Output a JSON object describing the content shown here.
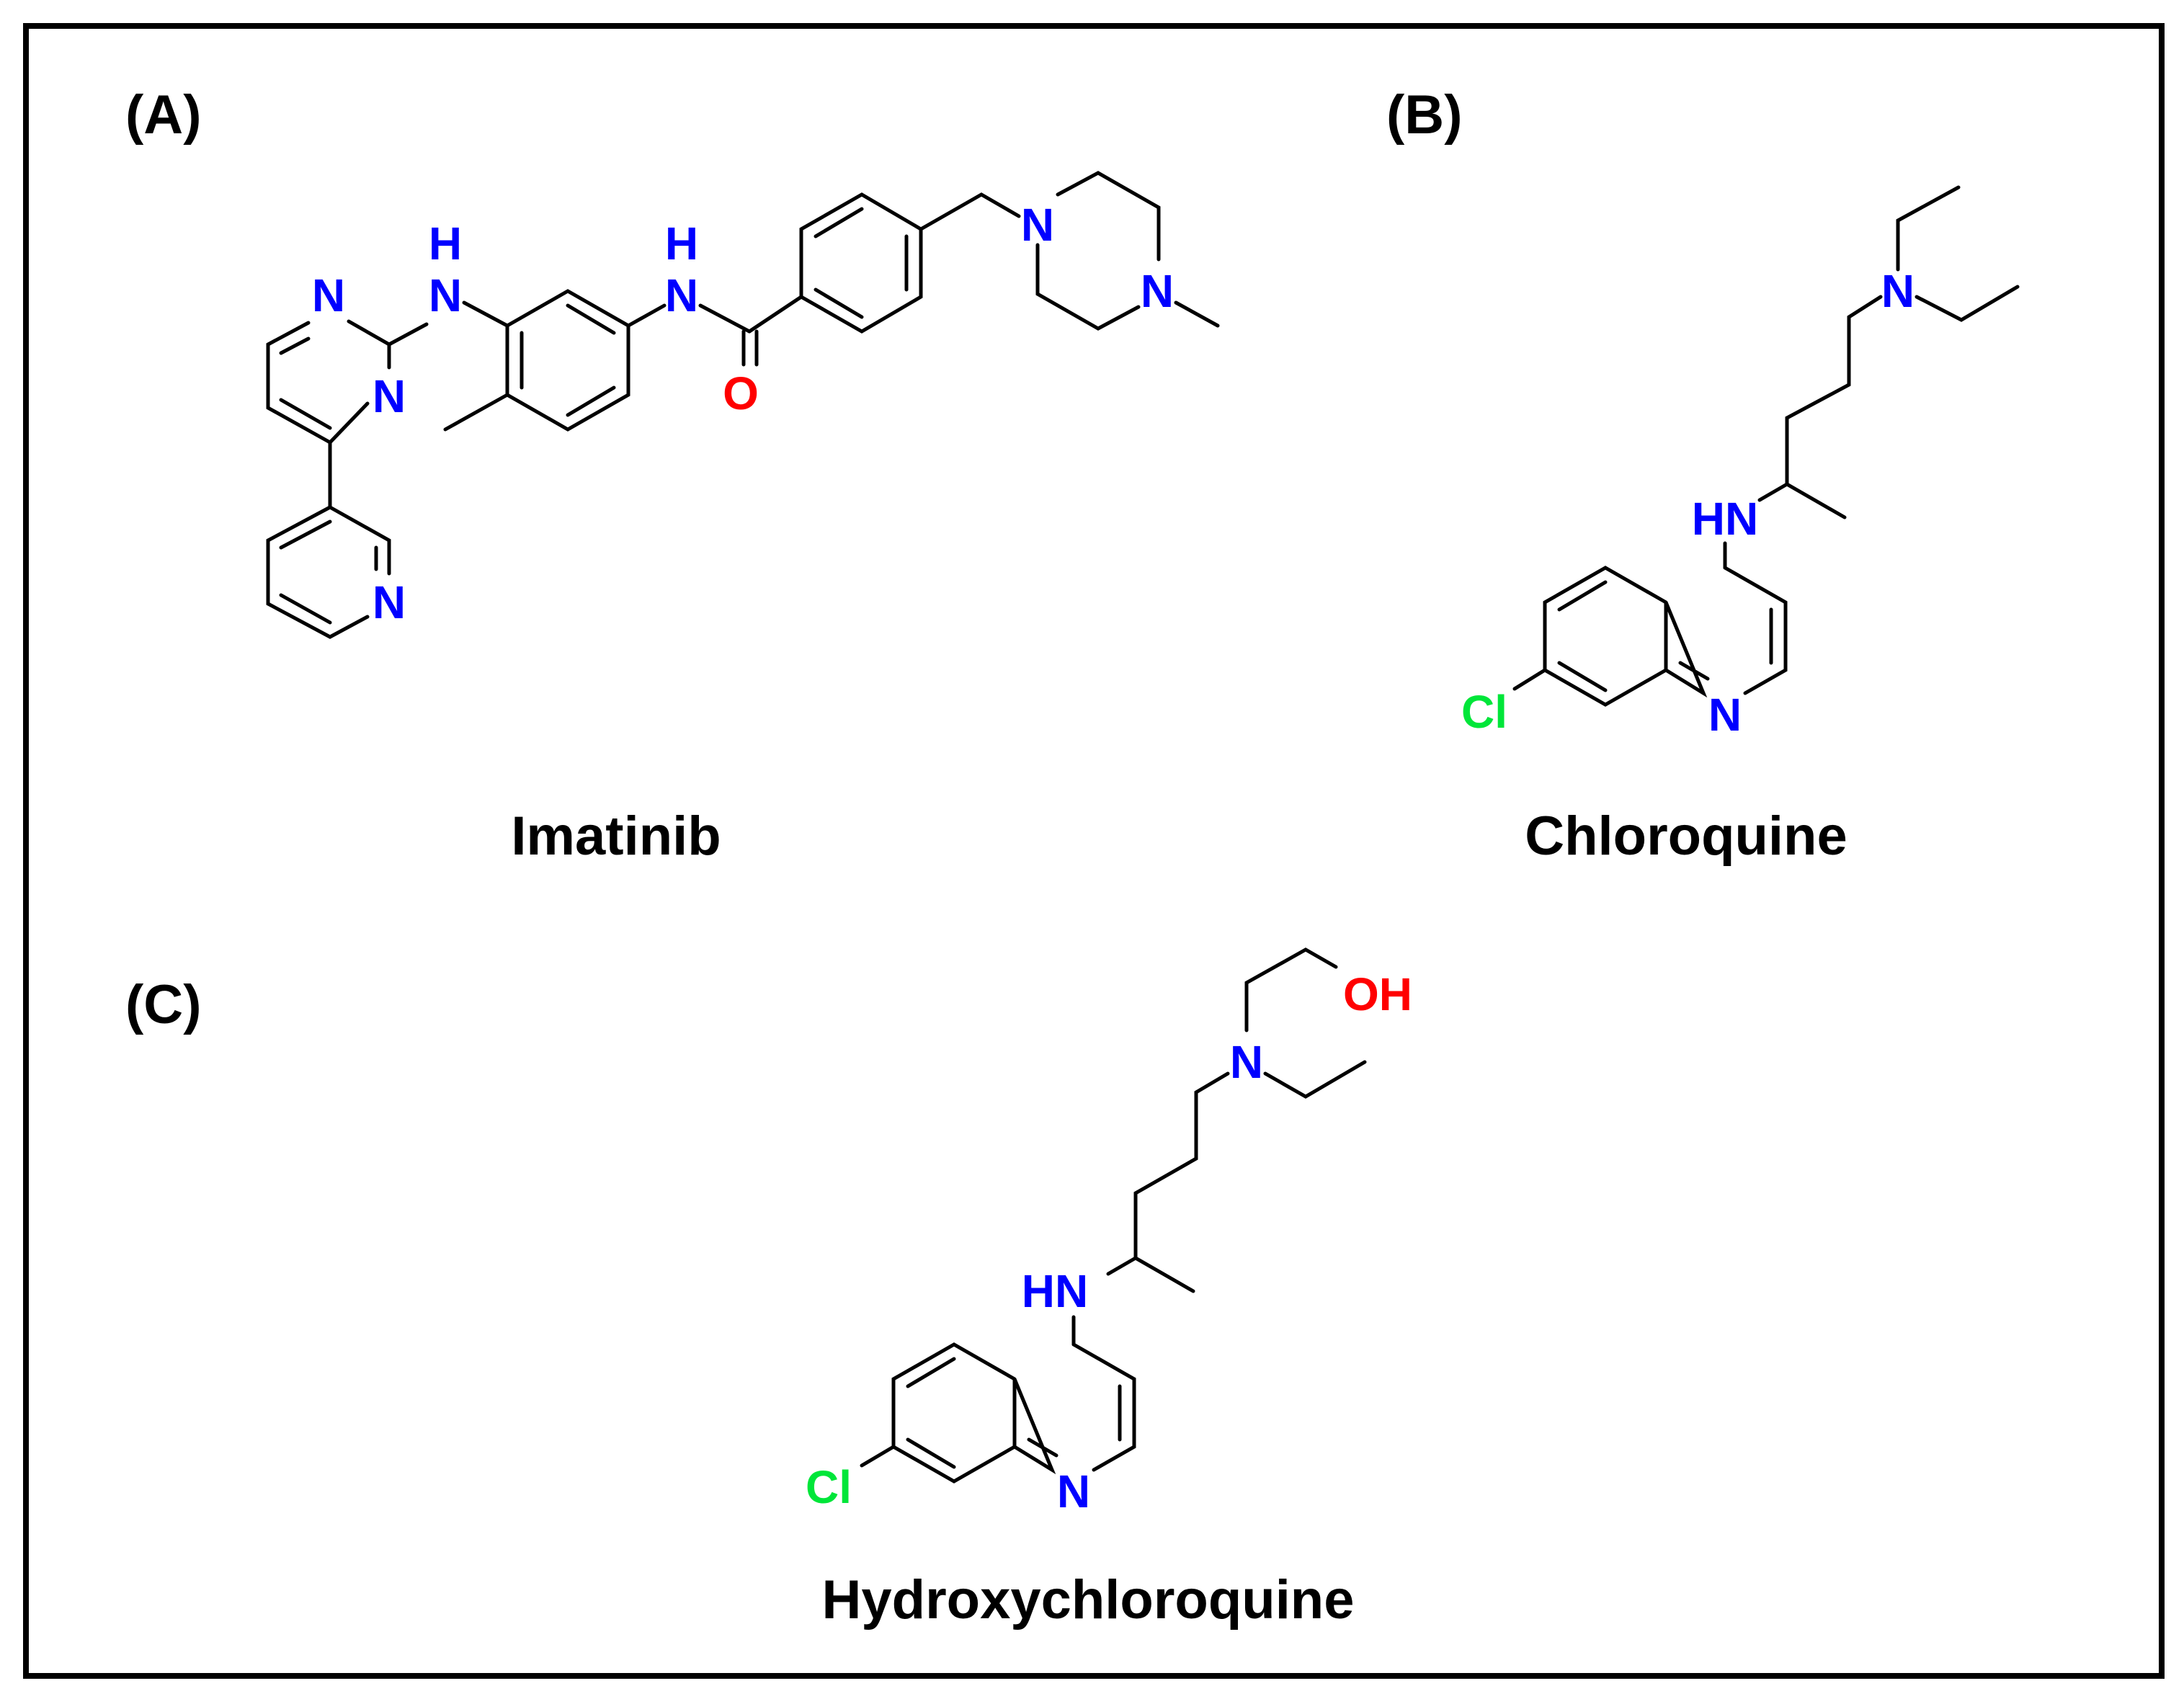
{
  "panels": [
    {
      "label": "(A)",
      "name": "Imatinib"
    },
    {
      "label": "(B)",
      "name": "Chloroquine"
    },
    {
      "label": "(C)",
      "name": "Hydroxychloroquine"
    }
  ],
  "atoms": {
    "imatinib": {
      "h1": "H",
      "n1": "N",
      "h2": "H",
      "n2": "N",
      "pyrim_n1": "N",
      "pyrim_n2": "N",
      "pyridine_n": "N",
      "carbonyl_o": "O",
      "pip_n1": "N",
      "pip_n2": "N"
    },
    "chloroquine": {
      "n_amine": "N",
      "hn": "HN",
      "ring_n": "N",
      "cl": "Cl"
    },
    "hydroxychloroquine": {
      "oh": "OH",
      "n_amine": "N",
      "hn": "HN",
      "ring_n": "N",
      "cl": "Cl"
    }
  },
  "colors": {
    "nitrogen": "#0000ff",
    "oxygen": "#ff0000",
    "chlorine": "#00e639",
    "bond": "#000000",
    "frame": "#000000"
  }
}
